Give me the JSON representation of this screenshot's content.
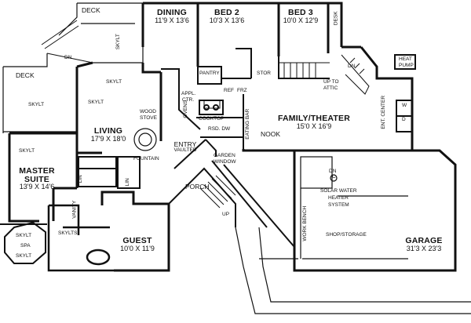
{
  "rooms": {
    "dining": {
      "name": "DINING",
      "dims": "11'9 X 13'6"
    },
    "bed2": {
      "name": "BED 2",
      "dims": "10'3 X 13'6"
    },
    "bed3": {
      "name": "BED 3",
      "dims": "10'0 X 12'9"
    },
    "living": {
      "name": "LIVING",
      "dims": "17'9 X 18'0"
    },
    "family": {
      "name": "FAMILY/THEATER",
      "dims": "15'0 X 16'9"
    },
    "master": {
      "name": "MASTER",
      "name2": "SUITE",
      "dims": "13'9 X 14'6"
    },
    "guest": {
      "name": "GUEST",
      "dims": "10'0 X 11'9"
    },
    "garage": {
      "name": "GARAGE",
      "dims": "31'3 X 23'3"
    },
    "deck_top": {
      "name": "DECK"
    },
    "deck_left": {
      "name": "DECK"
    },
    "entry": {
      "name": "ENTRY",
      "sub": "VAULTED"
    },
    "porch": {
      "name": "PORCH"
    },
    "nook": {
      "name": "NOOK"
    }
  },
  "small_labels": {
    "deck_skylt": "SKYLT",
    "dn_deck": "DN",
    "living_skylt1": "SKYLT",
    "living_skylt2": "SKYLT",
    "deck_left_skylt": "SKYLT",
    "master_skylt": "SKYLT",
    "wood_stove_1": "WOOD",
    "wood_stove_2": "STOVE",
    "fountain": "FOUNTAIN",
    "appl_ctr_1": "APPL.",
    "appl_ctr_2": "CTR.",
    "ovens": "OVENS",
    "cooktop": "COOKTOP",
    "rsd_dw": "RSD. DW",
    "eating_bar": "EATING BAR",
    "pantry": "PANTRY",
    "ref": "REF",
    "frz": "FRZ",
    "stor": "STOR",
    "up_to_1": "UP TO",
    "up_to_2": "ATTIC",
    "desk": "DESK",
    "dn_top": "DN",
    "heat_1": "HEAT",
    "heat_2": "PUMP",
    "ent_center": "ENT. CENTER",
    "w": "W",
    "d": "D",
    "garden_1": "GARDEN",
    "garden_2": "WINDOW",
    "up_porch": "UP",
    "lin1": "LIN",
    "lin2": "LIN",
    "vanity": "VANITY",
    "skylts": "SKYLTS",
    "spa_skylt1": "SKYLT",
    "spa": "SPA",
    "spa_skylt2": "SKYLT",
    "c": "C",
    "dn_garage": "DN",
    "solar_1": "SOLAR WATER",
    "solar_2": "HEATER",
    "solar_3": "SYSTEM",
    "work_bench": "WORK BENCH",
    "shop": "SHOP/STORAGE"
  }
}
